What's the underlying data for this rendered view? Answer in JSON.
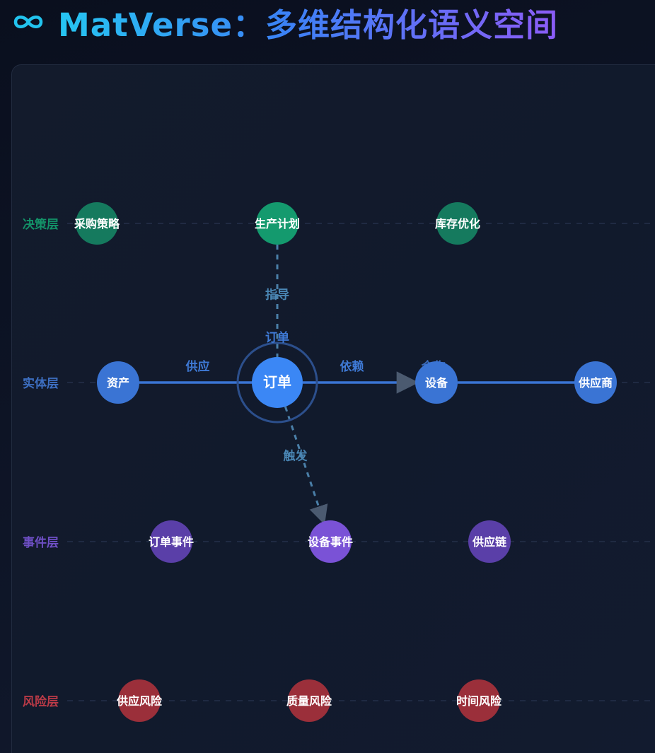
{
  "header": {
    "title": "MatVerse：多维结构化语义空间",
    "icon": "infinity-icon"
  },
  "layers": [
    {
      "key": "decision",
      "label": "决策层",
      "color": "#139268"
    },
    {
      "key": "entity",
      "label": "实体层",
      "color": "#3d6fc2"
    },
    {
      "key": "event",
      "label": "事件层",
      "color": "#6e4fc4"
    },
    {
      "key": "risk",
      "label": "风险层",
      "color": "#b93a47"
    }
  ],
  "nodes": [
    {
      "id": "procurement",
      "label": "采购策略",
      "layer": "decision",
      "color": "#157a5e"
    },
    {
      "id": "production",
      "label": "生产计划",
      "layer": "decision",
      "color": "#149a6e"
    },
    {
      "id": "inventory",
      "label": "库存优化",
      "layer": "decision",
      "color": "#157a5e"
    },
    {
      "id": "asset",
      "label": "资产",
      "layer": "entity",
      "color": "#3a74d4"
    },
    {
      "id": "order",
      "label": "订单",
      "layer": "entity",
      "color": "#3b87f5",
      "selected": true
    },
    {
      "id": "equipment",
      "label": "设备",
      "layer": "entity",
      "color": "#3a74d4"
    },
    {
      "id": "supplier",
      "label": "供应商",
      "layer": "entity",
      "color": "#3a74d4"
    },
    {
      "id": "order-event",
      "label": "订单事件",
      "layer": "event",
      "color": "#5a3fa8"
    },
    {
      "id": "equipment-event",
      "label": "设备事件",
      "layer": "event",
      "color": "#7a52d6"
    },
    {
      "id": "supply-chain",
      "label": "供应链",
      "layer": "event",
      "color": "#5a3fa8"
    },
    {
      "id": "supply-risk",
      "label": "供应风险",
      "layer": "risk",
      "color": "#9b2f3a"
    },
    {
      "id": "quality-risk",
      "label": "质量风险",
      "layer": "risk",
      "color": "#9b2f3a"
    },
    {
      "id": "time-risk",
      "label": "时间风险",
      "layer": "risk",
      "color": "#9b2f3a"
    }
  ],
  "selected_label": "订单",
  "edges": [
    {
      "from": "asset",
      "to": "order",
      "label": "供应",
      "style": "solid",
      "color": "#3a74d4"
    },
    {
      "from": "order",
      "to": "equipment",
      "label": "依赖",
      "style": "solid",
      "color": "#3a74d4",
      "arrow": true
    },
    {
      "from": "equipment",
      "to": "supplier",
      "label": "合作",
      "style": "solid",
      "color": "#3a74d4"
    },
    {
      "from": "production",
      "to": "order",
      "label": "指导",
      "style": "dashed",
      "color": "#4a7fa8"
    },
    {
      "from": "order",
      "to": "equipment-event",
      "label": "触发",
      "style": "dashed",
      "color": "#4a7fa8",
      "arrow": true
    }
  ]
}
